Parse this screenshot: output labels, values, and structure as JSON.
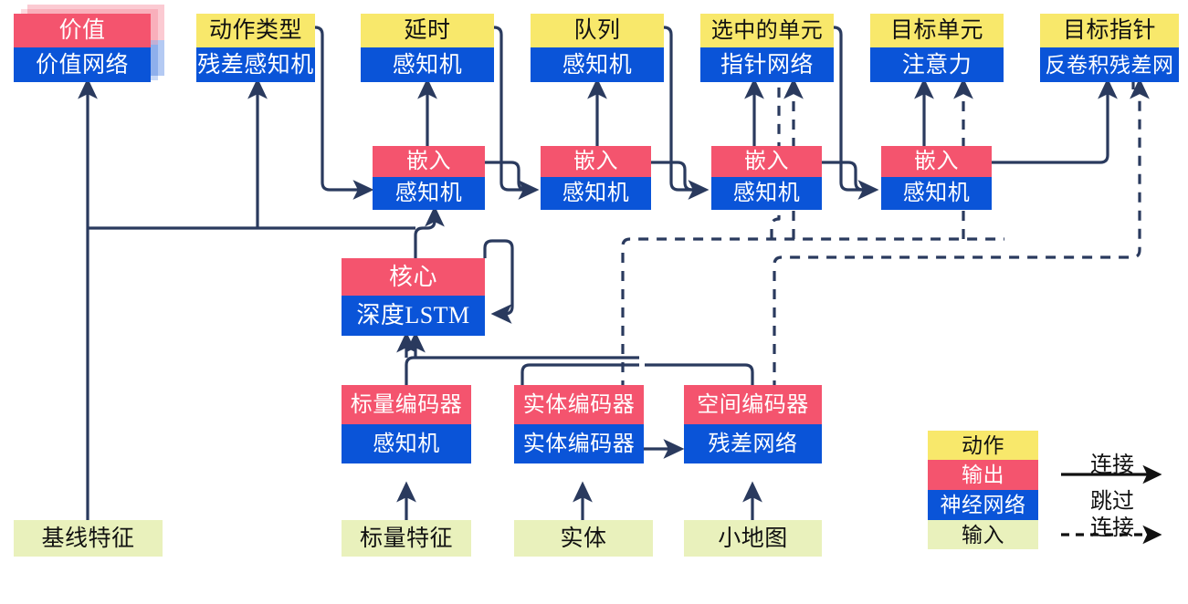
{
  "diagram": {
    "title": "AlphaStar-style agent architecture (Chinese labels)",
    "palette": {
      "action": "#F8E86B",
      "output": "#F4546E",
      "network": "#0A54D8",
      "input": "#E9F1BC",
      "wire": "#2A3A5E",
      "text_dark": "#111111",
      "text_light": "#FFFFFF"
    },
    "heads": [
      {
        "id": "value",
        "action": "价值",
        "network": "价值网络",
        "stacked": true
      },
      {
        "id": "action-type",
        "action": "动作类型",
        "network": "残差感知机",
        "stacked": false
      },
      {
        "id": "delay",
        "action": "延时",
        "network": "感知机",
        "stacked": false
      },
      {
        "id": "queue",
        "action": "队列",
        "network": "感知机",
        "stacked": false
      },
      {
        "id": "selected",
        "action": "选中的单元",
        "network": "指针网络",
        "stacked": false
      },
      {
        "id": "target-unit",
        "action": "目标单元",
        "network": "注意力",
        "stacked": false
      },
      {
        "id": "target-point",
        "action": "目标指针",
        "network": "反卷积残差网",
        "stacked": false
      }
    ],
    "embeds": [
      {
        "id": "embed-1",
        "output": "嵌入",
        "network": "感知机"
      },
      {
        "id": "embed-2",
        "output": "嵌入",
        "network": "感知机"
      },
      {
        "id": "embed-3",
        "output": "嵌入",
        "network": "感知机"
      },
      {
        "id": "embed-4",
        "output": "嵌入",
        "network": "感知机"
      }
    ],
    "core": {
      "id": "core",
      "output": "核心",
      "network": "深度LSTM"
    },
    "encoders": [
      {
        "id": "scalar-encoder",
        "output": "标量编码器",
        "network": "感知机"
      },
      {
        "id": "entity-encoder",
        "output": "实体编码器",
        "network": "实体编码器"
      },
      {
        "id": "spatial-encoder",
        "output": "空间编码器",
        "network": "残差网络"
      }
    ],
    "inputs": [
      {
        "id": "baseline-features",
        "label": "基线特征"
      },
      {
        "id": "scalar-features",
        "label": "标量特征"
      },
      {
        "id": "entities",
        "label": "实体"
      },
      {
        "id": "minimap",
        "label": "小地图"
      }
    ],
    "legend": {
      "swatches": [
        {
          "id": "legend-action",
          "label": "动作",
          "kind": "action"
        },
        {
          "id": "legend-output",
          "label": "输出",
          "kind": "output"
        },
        {
          "id": "legend-network",
          "label": "神经网络",
          "kind": "network"
        },
        {
          "id": "legend-input",
          "label": "输入",
          "kind": "input"
        }
      ],
      "edges": [
        {
          "id": "legend-connection",
          "label": "连接",
          "style": "solid"
        },
        {
          "id": "legend-skip-connection",
          "label_line1": "跳过",
          "label_line2": "连接",
          "style": "dashed"
        }
      ]
    }
  }
}
